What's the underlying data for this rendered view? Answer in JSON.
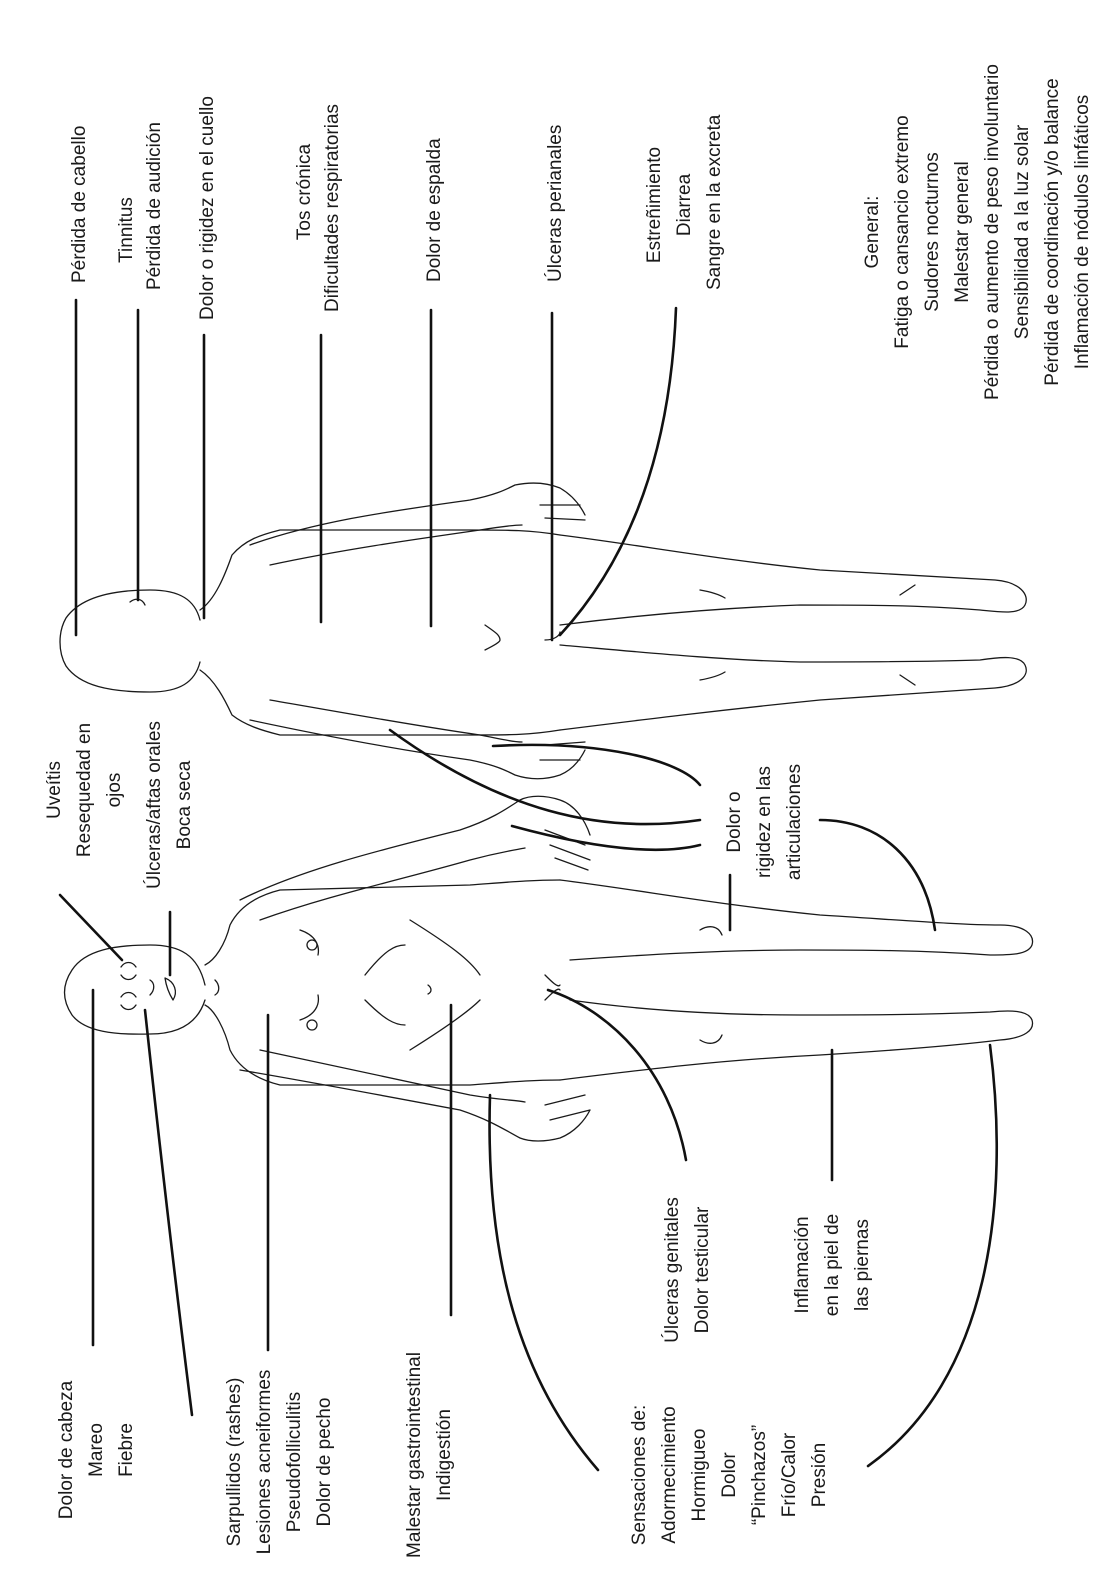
{
  "front_labels": {
    "head": [
      "Dolor de cabeza",
      "Mareo",
      "Fiebre"
    ],
    "eyes": [
      "Uveítis",
      "Resequedad en",
      "ojos"
    ],
    "mouth": [
      "Úlceras/aftas orales",
      "Boca seca"
    ],
    "skin_chest": [
      "Sarpullidos (rashes)",
      "Lesiones acneiformes",
      "Pseudofolliculitis",
      "Dolor de pecho"
    ],
    "gastro": [
      "Malestar gastrointestinal",
      "Indigestión"
    ],
    "sensations": [
      "Sensaciones de:",
      "Adormecimiento",
      "Hormigueo",
      "Dolor",
      "“Pinchazos”",
      "Frío/Calor",
      "Presión"
    ],
    "genital": [
      "Úlceras genitales",
      "Dolor testicular"
    ],
    "legs": [
      "Inflamación",
      "en la piel de",
      "las piernas"
    ],
    "joints": [
      "Dolor o",
      "rigidez en las",
      "articulaciones"
    ]
  },
  "back_labels": {
    "hair": [
      "Pérdida de cabello"
    ],
    "ears": [
      "Tinnitus",
      "Pérdida de audición"
    ],
    "neck": [
      "Dolor o rigidez en el cuello"
    ],
    "lungs": [
      "Tos crónica",
      "Dificultades respiratorias"
    ],
    "back": [
      "Dolor de espalda"
    ],
    "perianal": [
      "Úlceras perianales"
    ],
    "bowel": [
      "Estreñimiento",
      "Diarrea",
      "Sangre en la excreta"
    ]
  },
  "general": [
    "General:",
    "Fatiga o cansancio extremo",
    "Sudores nocturnos",
    "Malestar general",
    "Pérdida o aumento de peso involuntario",
    "Sensibilidad a la luz solar",
    "Pérdida de coordinación y/o balance",
    "Inflamación de nódulos linfáticos"
  ]
}
